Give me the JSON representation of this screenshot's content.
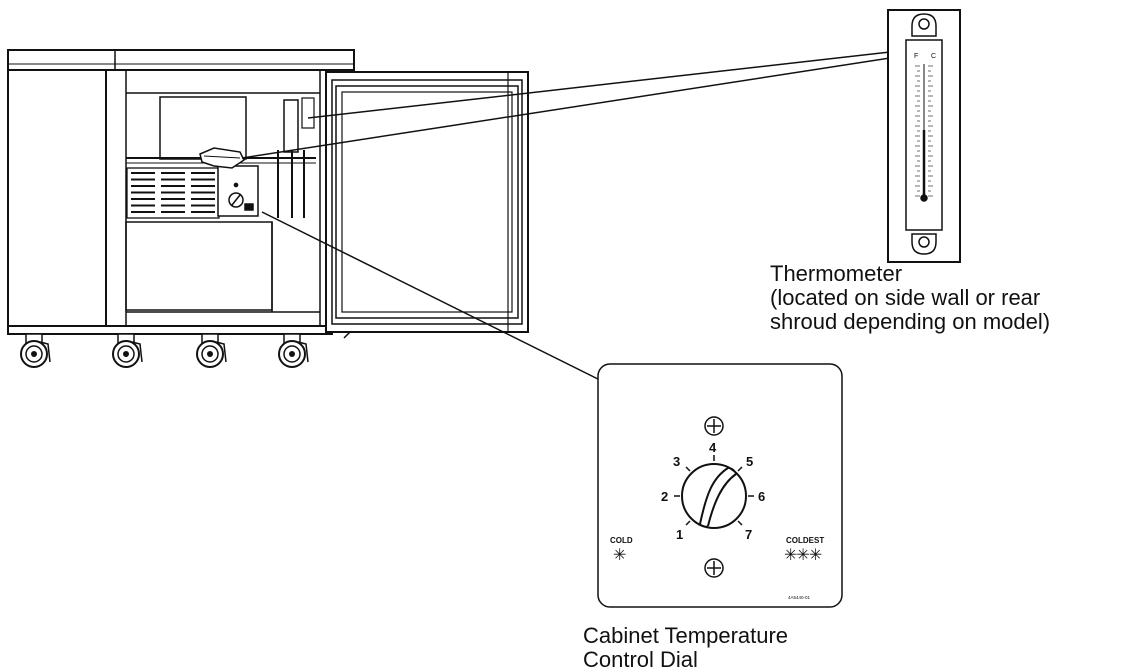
{
  "thermometer_callout": {
    "label_line1": "Thermometer",
    "label_line2": "(located on side wall or rear",
    "label_line3": "shroud depending on model)",
    "scale_f": "F",
    "scale_c": "C"
  },
  "dial_callout": {
    "label_line1": "Cabinet Temperature",
    "label_line2": "Control Dial",
    "dial_numbers": [
      "1",
      "2",
      "3",
      "4",
      "5",
      "6",
      "7"
    ],
    "cold_label": "COLD",
    "cold_symbol": "✳",
    "coldest_label": "COLDEST",
    "coldest_symbol": "✳✳✳",
    "part_number": "4A5440-01"
  }
}
